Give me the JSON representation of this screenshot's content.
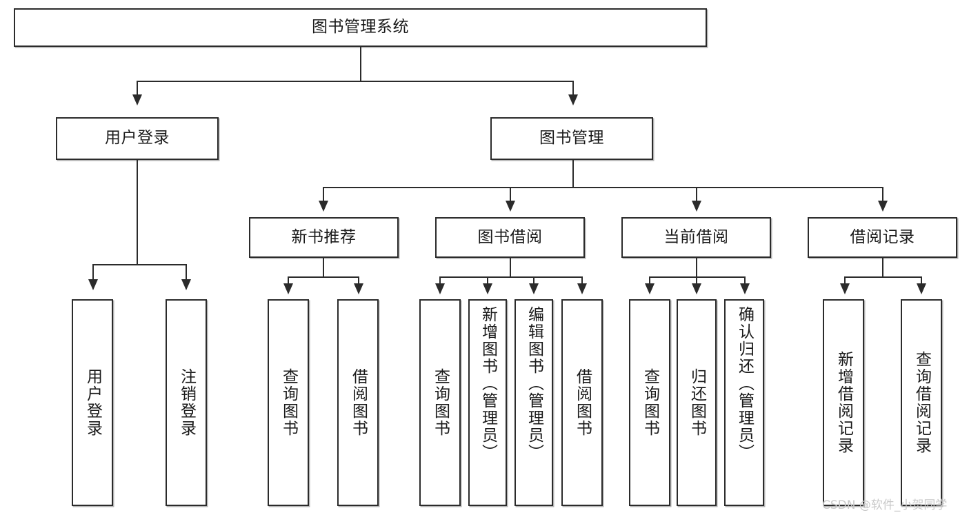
{
  "diagram": {
    "type": "tree-hierarchy-chart",
    "title": "图书管理系统",
    "root": {
      "label": "图书管理系统"
    },
    "level2": [
      {
        "id": "user-login",
        "label": "用户登录"
      },
      {
        "id": "book-management",
        "label": "图书管理"
      }
    ],
    "level3": [
      {
        "id": "new-book-recommend",
        "label": "新书推荐",
        "parent": "book-management"
      },
      {
        "id": "book-borrow",
        "label": "图书借阅",
        "parent": "book-management"
      },
      {
        "id": "current-borrow",
        "label": "当前借阅",
        "parent": "book-management"
      },
      {
        "id": "borrow-record",
        "label": "借阅记录",
        "parent": "book-management"
      }
    ],
    "leaves": [
      {
        "id": "leaf-user-login",
        "label": "用户登录",
        "parent": "user-login"
      },
      {
        "id": "leaf-logout",
        "label": "注销登录",
        "parent": "user-login"
      },
      {
        "id": "leaf-query-book-1",
        "label": "查询图书",
        "parent": "new-book-recommend"
      },
      {
        "id": "leaf-borrow-book-1",
        "label": "借阅图书",
        "parent": "new-book-recommend"
      },
      {
        "id": "leaf-query-book-2",
        "label": "查询图书",
        "parent": "book-borrow"
      },
      {
        "id": "leaf-add-book",
        "label": "新增图书（管理员）",
        "parent": "book-borrow"
      },
      {
        "id": "leaf-edit-book",
        "label": "编辑图书（管理员）",
        "parent": "book-borrow"
      },
      {
        "id": "leaf-borrow-book-2",
        "label": "借阅图书",
        "parent": "book-borrow"
      },
      {
        "id": "leaf-query-book-3",
        "label": "查询图书",
        "parent": "current-borrow"
      },
      {
        "id": "leaf-return-book",
        "label": "归还图书",
        "parent": "current-borrow"
      },
      {
        "id": "leaf-confirm-return",
        "label": "确认归还（管理员）",
        "parent": "current-borrow"
      },
      {
        "id": "leaf-add-record",
        "label": "新增借阅记录",
        "parent": "borrow-record"
      },
      {
        "id": "leaf-query-record",
        "label": "查询借阅记录",
        "parent": "borrow-record"
      }
    ],
    "watermark": "CSDN @软件_小贺同学",
    "colors": {
      "stroke": "#2b2b2b",
      "fill": "#ffffff",
      "text": "#1a1a1a",
      "watermark": "#c9c9c9"
    }
  }
}
